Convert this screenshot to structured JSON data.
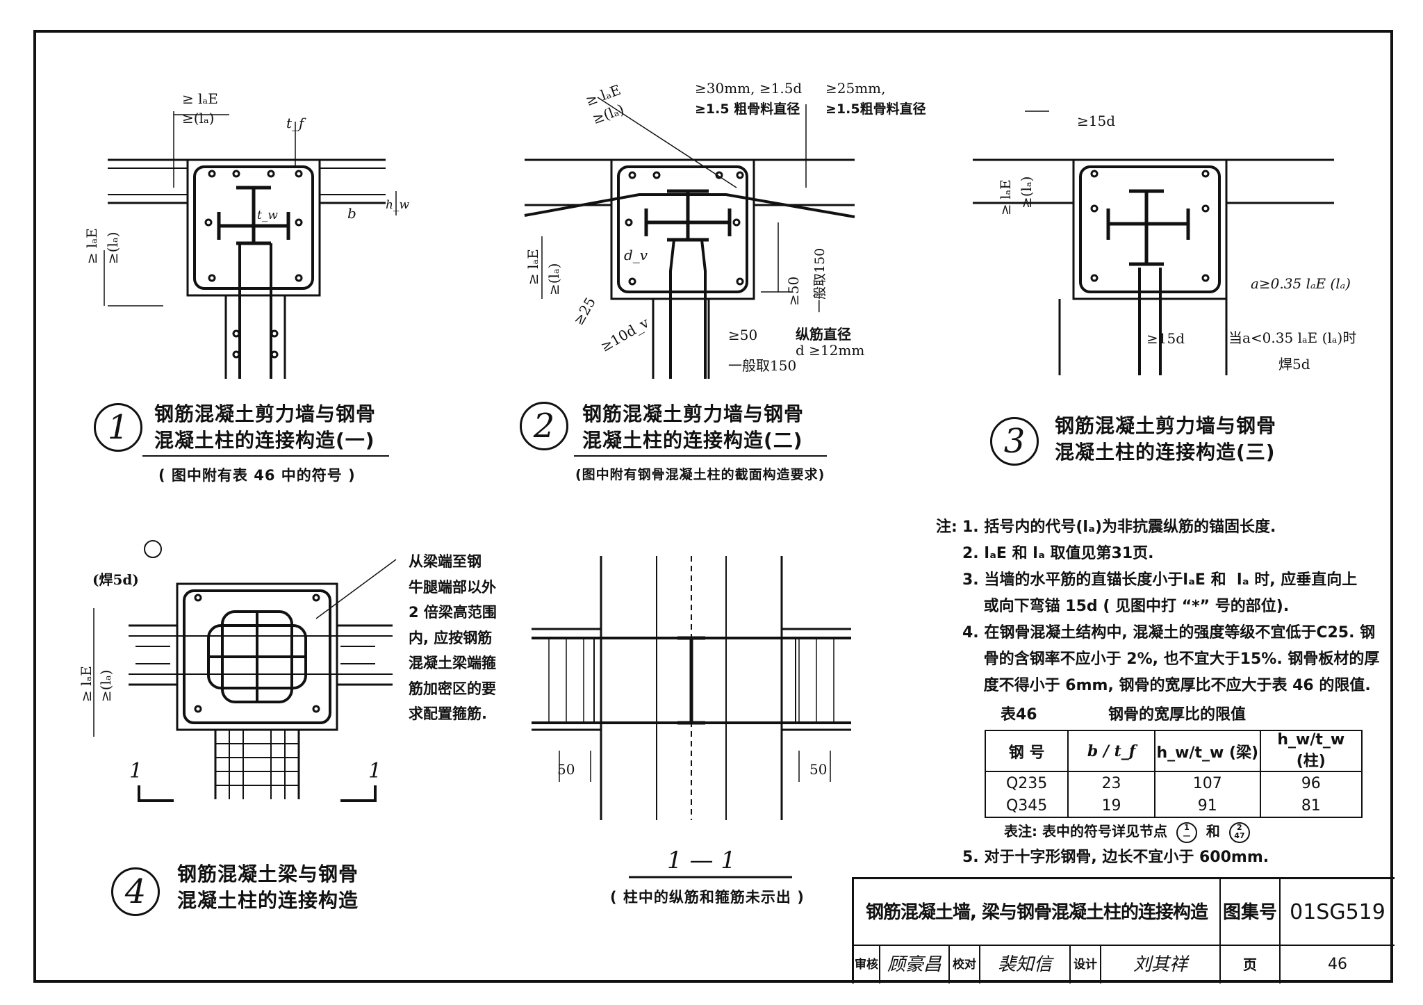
{
  "details": {
    "d1": {
      "number": "1",
      "title_line1": "钢筋混凝土剪力墙与钢骨",
      "title_line2": "混凝土柱的连接构造(一)",
      "subtitle": "( 图中附有表 46 中的符号 )",
      "labels": {
        "laE": "≥ lₐE",
        "la": "≥(lₐ)",
        "tf": "t_f",
        "tw": "t_w",
        "b": "b",
        "hw": "h_w",
        "laE_v": "≥ lₐE",
        "la_v": "≥(lₐ)"
      }
    },
    "d2": {
      "number": "2",
      "title_line1": "钢筋混凝土剪力墙与钢骨",
      "title_line2": "混凝土柱的连接构造(二)",
      "subtitle": "(图中附有钢骨混凝土柱的截面构造要求)",
      "labels": {
        "laE": "≥ lₐE",
        "la": "≥(lₐ)",
        "spacing1_a": "≥30mm, ≥1.5d",
        "spacing1_b": "≥1.5 粗骨料直径",
        "spacing2_a": "≥25mm,",
        "spacing2_b": "≥1.5粗骨料直径",
        "laE_v": "≥ lₐE",
        "la_v": "≥(lₐ)",
        "dv": "d_v",
        "ge25": "≥25",
        "ten_dv": "≥10d_v",
        "ge50_right": "≥50",
        "gen150_right": "一般取150",
        "ge50_bottom": "≥50",
        "gen150_bottom": "一般取150",
        "bar_dia_a": "纵筋直径",
        "bar_dia_b": "d ≥12mm"
      }
    },
    "d3": {
      "number": "3",
      "title_line1": "钢筋混凝土剪力墙与钢骨",
      "title_line2": "混凝土柱的连接构造(三)",
      "labels": {
        "top15d": "≥15d",
        "laE_v": "≥ lₐE",
        "la_v": "≥(lₐ)",
        "a_rule": "a≥0.35 lₐE (lₐ)",
        "bottom15d": "≥15d",
        "when": "当a<0.35 lₐE (lₐ)时",
        "weld": "焊5d"
      }
    },
    "d4": {
      "number": "4",
      "title_line1": "钢筋混凝土梁与钢骨",
      "title_line2": "混凝土柱的连接构造",
      "labels": {
        "weld": "(焊5d)",
        "laE_v": "≥ lₐE",
        "la_v": "≥(lₐ)",
        "cut_left": "1",
        "cut_right": "1"
      },
      "callout": [
        "从梁端至钢",
        "牛腿端部以外",
        "2 倍梁高范围",
        "内, 应按钢筋",
        "混凝土梁端箍",
        "筋加密区的要",
        "求配置箍筋."
      ]
    },
    "section": {
      "title": "1 — 1",
      "subtitle": "( 柱中的纵筋和箍筋未示出 )",
      "dim_left": "50",
      "dim_right": "50"
    }
  },
  "notes": {
    "prefix": "注:",
    "items": [
      "1. 括号内的代号(lₐ)为非抗震纵筋的锚固长度.",
      "2. lₐE 和 lₐ 取值见第31页.",
      "3. 当墙的水平筋的直锚长度小于lₐE 和  lₐ 时, 应垂直向上",
      "    或向下弯锚 15d ( 见图中打 “*” 号的部位).",
      "4. 在钢骨混凝土结构中, 混凝土的强度等级不宜低于C25. 钢",
      "    骨的含钢率不应小于 2%, 也不宜大于15%. 钢骨板材的厚",
      "    度不得小于 6mm, 钢骨的宽厚比不应大于表 46 的限值."
    ],
    "item5": "5. 对于十字形钢骨, 边长不宜小于 600mm."
  },
  "table": {
    "caption_label": "表46",
    "caption_title": "钢骨的宽厚比的限值",
    "headers": [
      "钢  号",
      "b / t_f",
      "h_w/t_w (梁)",
      "h_w/t_w (柱)"
    ],
    "rows": [
      [
        "Q235",
        "23",
        "107",
        "96"
      ],
      [
        "Q345",
        "19",
        "91",
        "81"
      ]
    ],
    "footnote": "表注: 表中的符号详见节点",
    "ref1_top": "1",
    "ref1_bot": "—",
    "ref_and": "和",
    "ref2_top": "2",
    "ref2_bot": "47"
  },
  "title_block": {
    "title": "钢筋混凝土墙, 梁与钢骨混凝土柱的连接构造",
    "atlas_label": "图集号",
    "atlas_no": "01SG519",
    "review_label": "审核",
    "review_sig": "顾豪昌",
    "check_label": "校对",
    "check_sig": "裴知信",
    "design_label": "设计",
    "design_sig": "刘其祥",
    "page_label": "页",
    "page_no": "46"
  }
}
